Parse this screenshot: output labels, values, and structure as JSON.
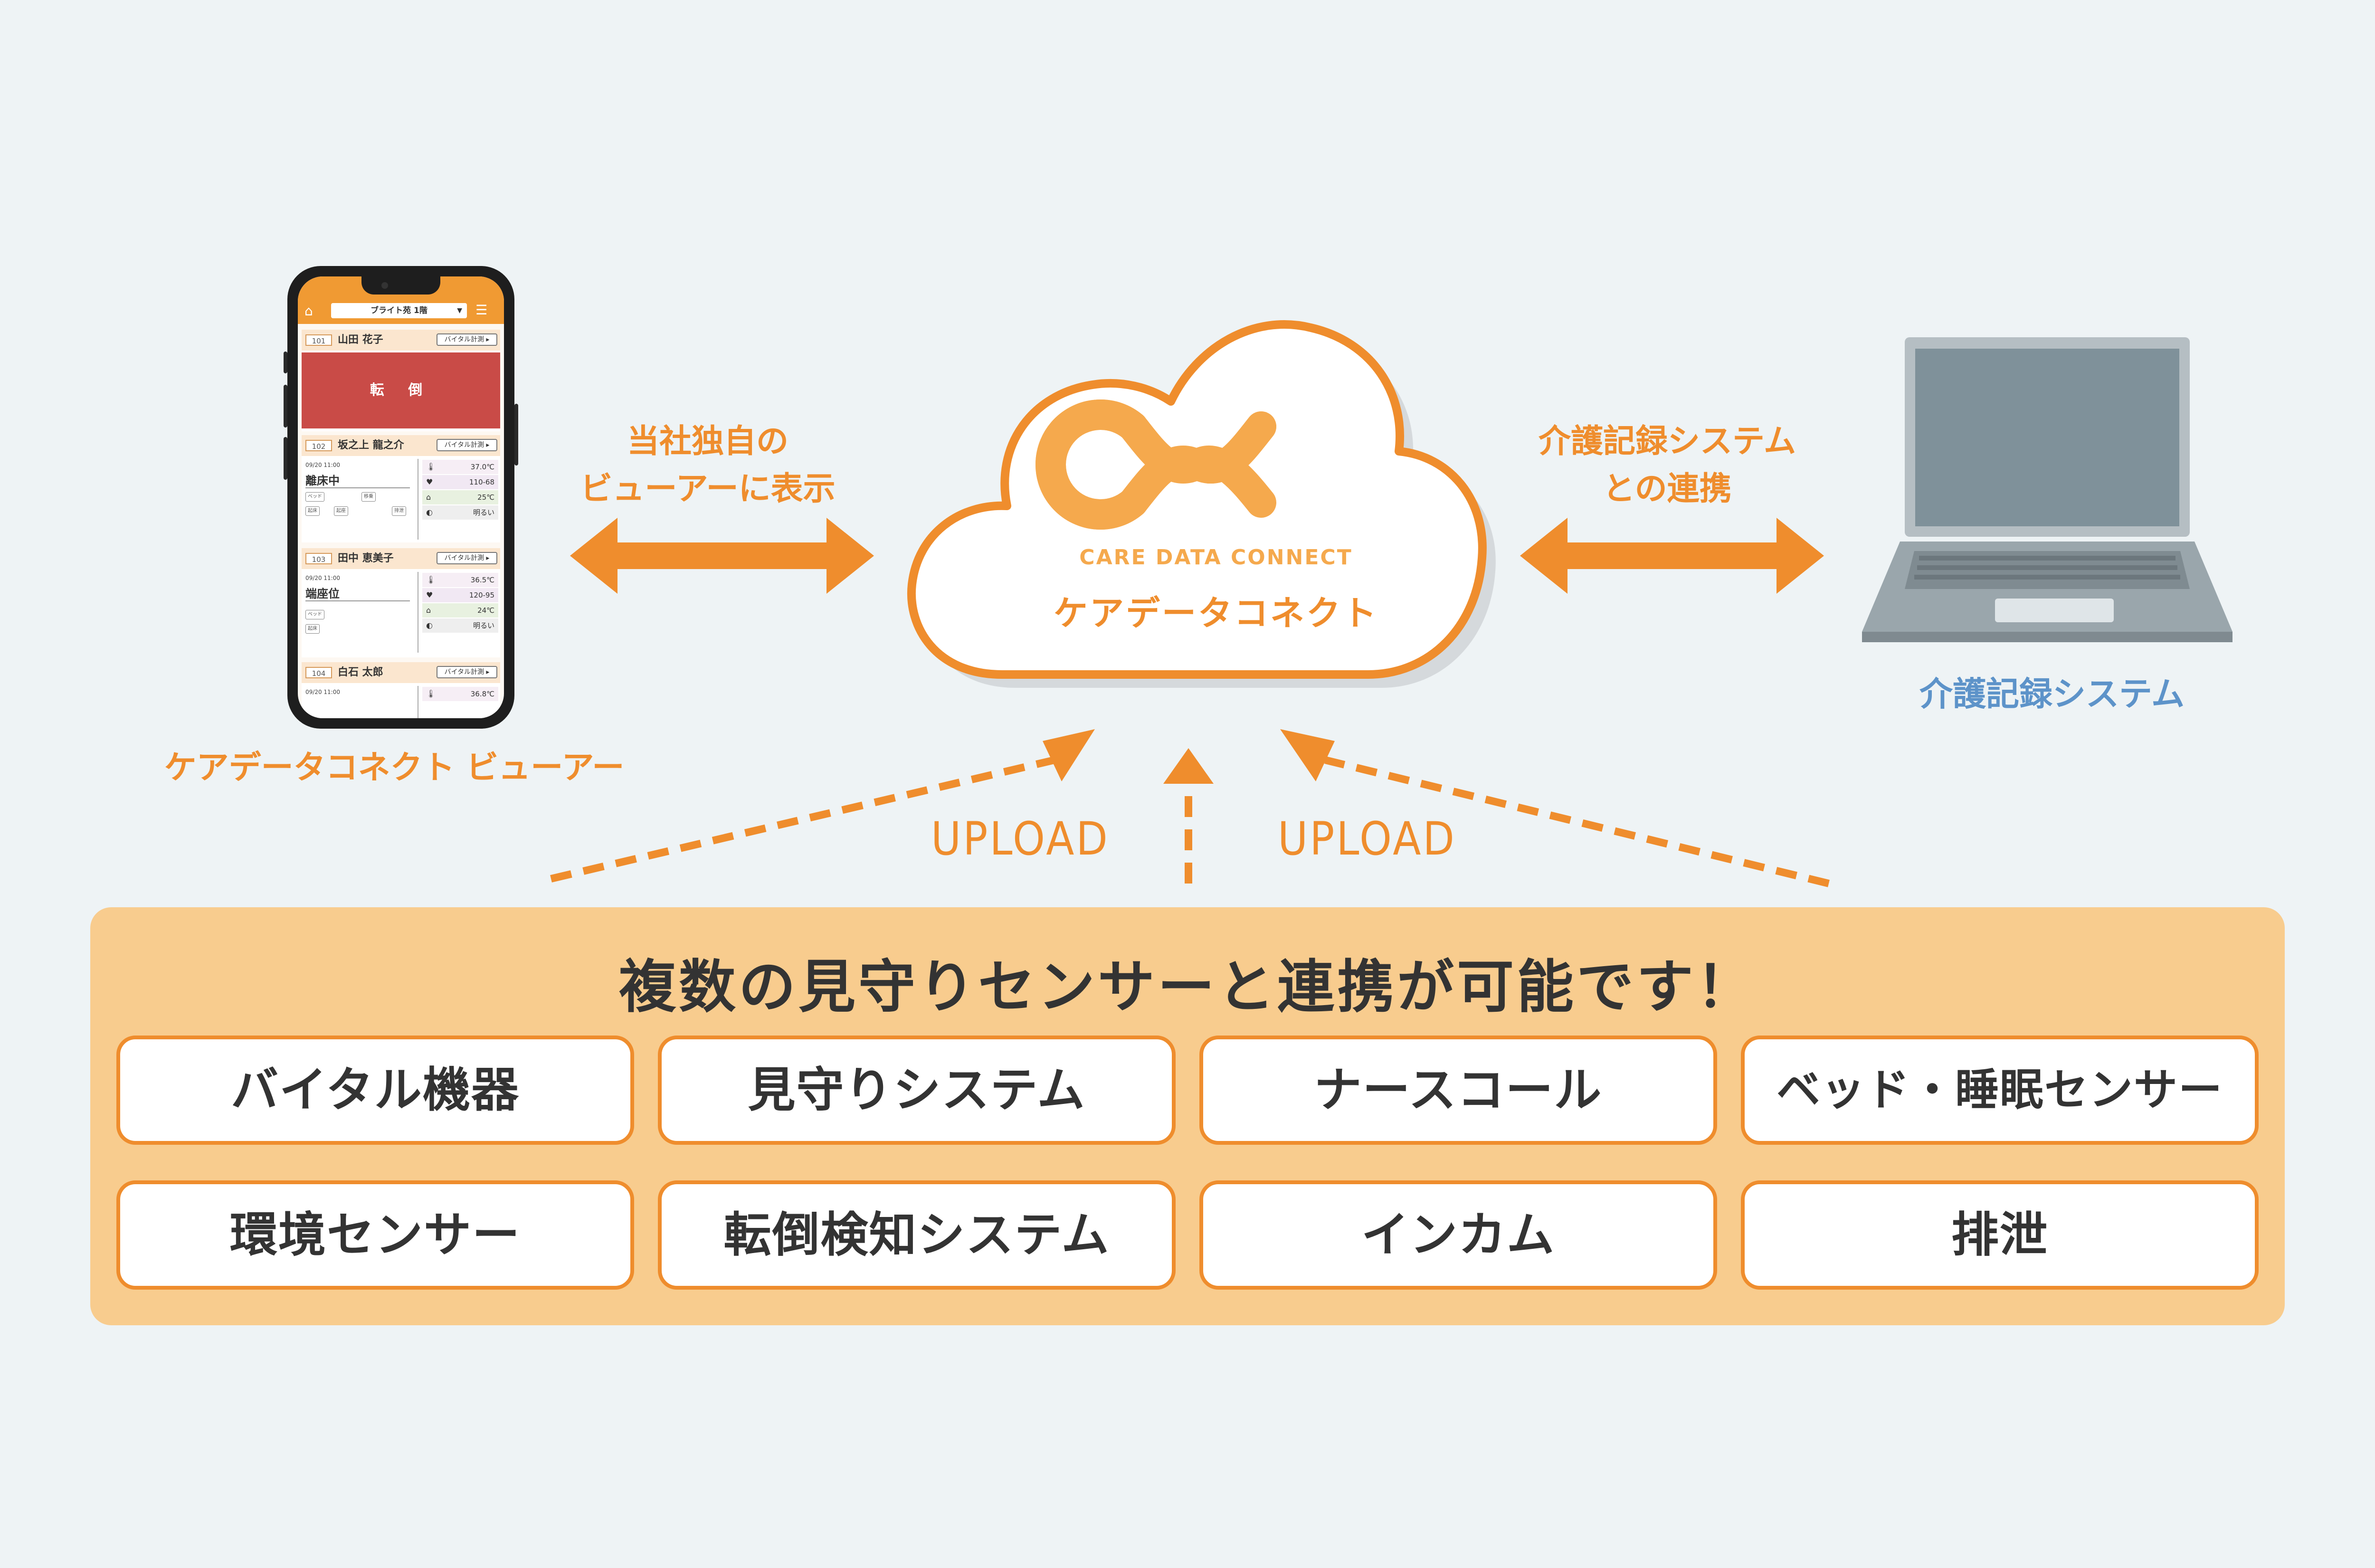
{
  "phone": {
    "floor_select": "ブライト苑 1階",
    "rooms": [
      {
        "no": "101",
        "name": "山田 花子",
        "vital_btn": "バイタル計測 ▸",
        "alert": "転 倒"
      },
      {
        "no": "102",
        "name": "坂之上 龍之介",
        "vital_btn": "バイタル計測 ▸",
        "time": "09/20 11:00",
        "status": "離床中",
        "tags": [
          "ベッド",
          "移乗",
          "起床",
          "起座",
          "排泄"
        ],
        "vitals": [
          "37.0℃",
          "110-68",
          "25℃",
          "明るい"
        ]
      },
      {
        "no": "103",
        "name": "田中 恵美子",
        "vital_btn": "バイタル計測 ▸",
        "time": "09/20 11:00",
        "status": "端座位",
        "tags": [
          "ベッド",
          "起床"
        ],
        "vitals": [
          "36.5℃",
          "120-95",
          "24℃",
          "明るい"
        ]
      },
      {
        "no": "104",
        "name": "白石 太郎",
        "vital_btn": "バイタル計測 ▸",
        "time": "09/20 11:00",
        "vitals": [
          "36.8℃"
        ]
      }
    ]
  },
  "cloud": {
    "logo_text": "CARE DATA CONNECT",
    "name": "ケアデータコネクト"
  },
  "labels": {
    "viewer_line1": "当社独自の",
    "viewer_line2": "ビューアーに表示",
    "records_line1": "介護記録システム",
    "records_line2": "との連携",
    "phone_caption": "ケアデータコネクト ビューアー",
    "laptop_caption": "介護記録システム",
    "upload": "UPLOAD"
  },
  "panel": {
    "title": "複数の見守りセンサーと連携が可能です！",
    "sensors": [
      "バイタル機器",
      "見守りシステム",
      "ナースコール",
      "ベッド・睡眠センサー",
      "環境センサー",
      "転倒検知システム",
      "インカム",
      "排泄"
    ]
  },
  "colors": {
    "background": "#eef3f5",
    "accent_orange": "#ef8d2d",
    "panel_fill": "#f8cc8e",
    "laptop_label_blue": "#5d93c9",
    "fall_alert_red": "#c94b47"
  },
  "icons": [
    "home-icon",
    "menu-icon",
    "care-data-connect-logo",
    "cloud-icon",
    "laptop-icon",
    "double-arrow-icon",
    "upload-arrow-icon"
  ]
}
